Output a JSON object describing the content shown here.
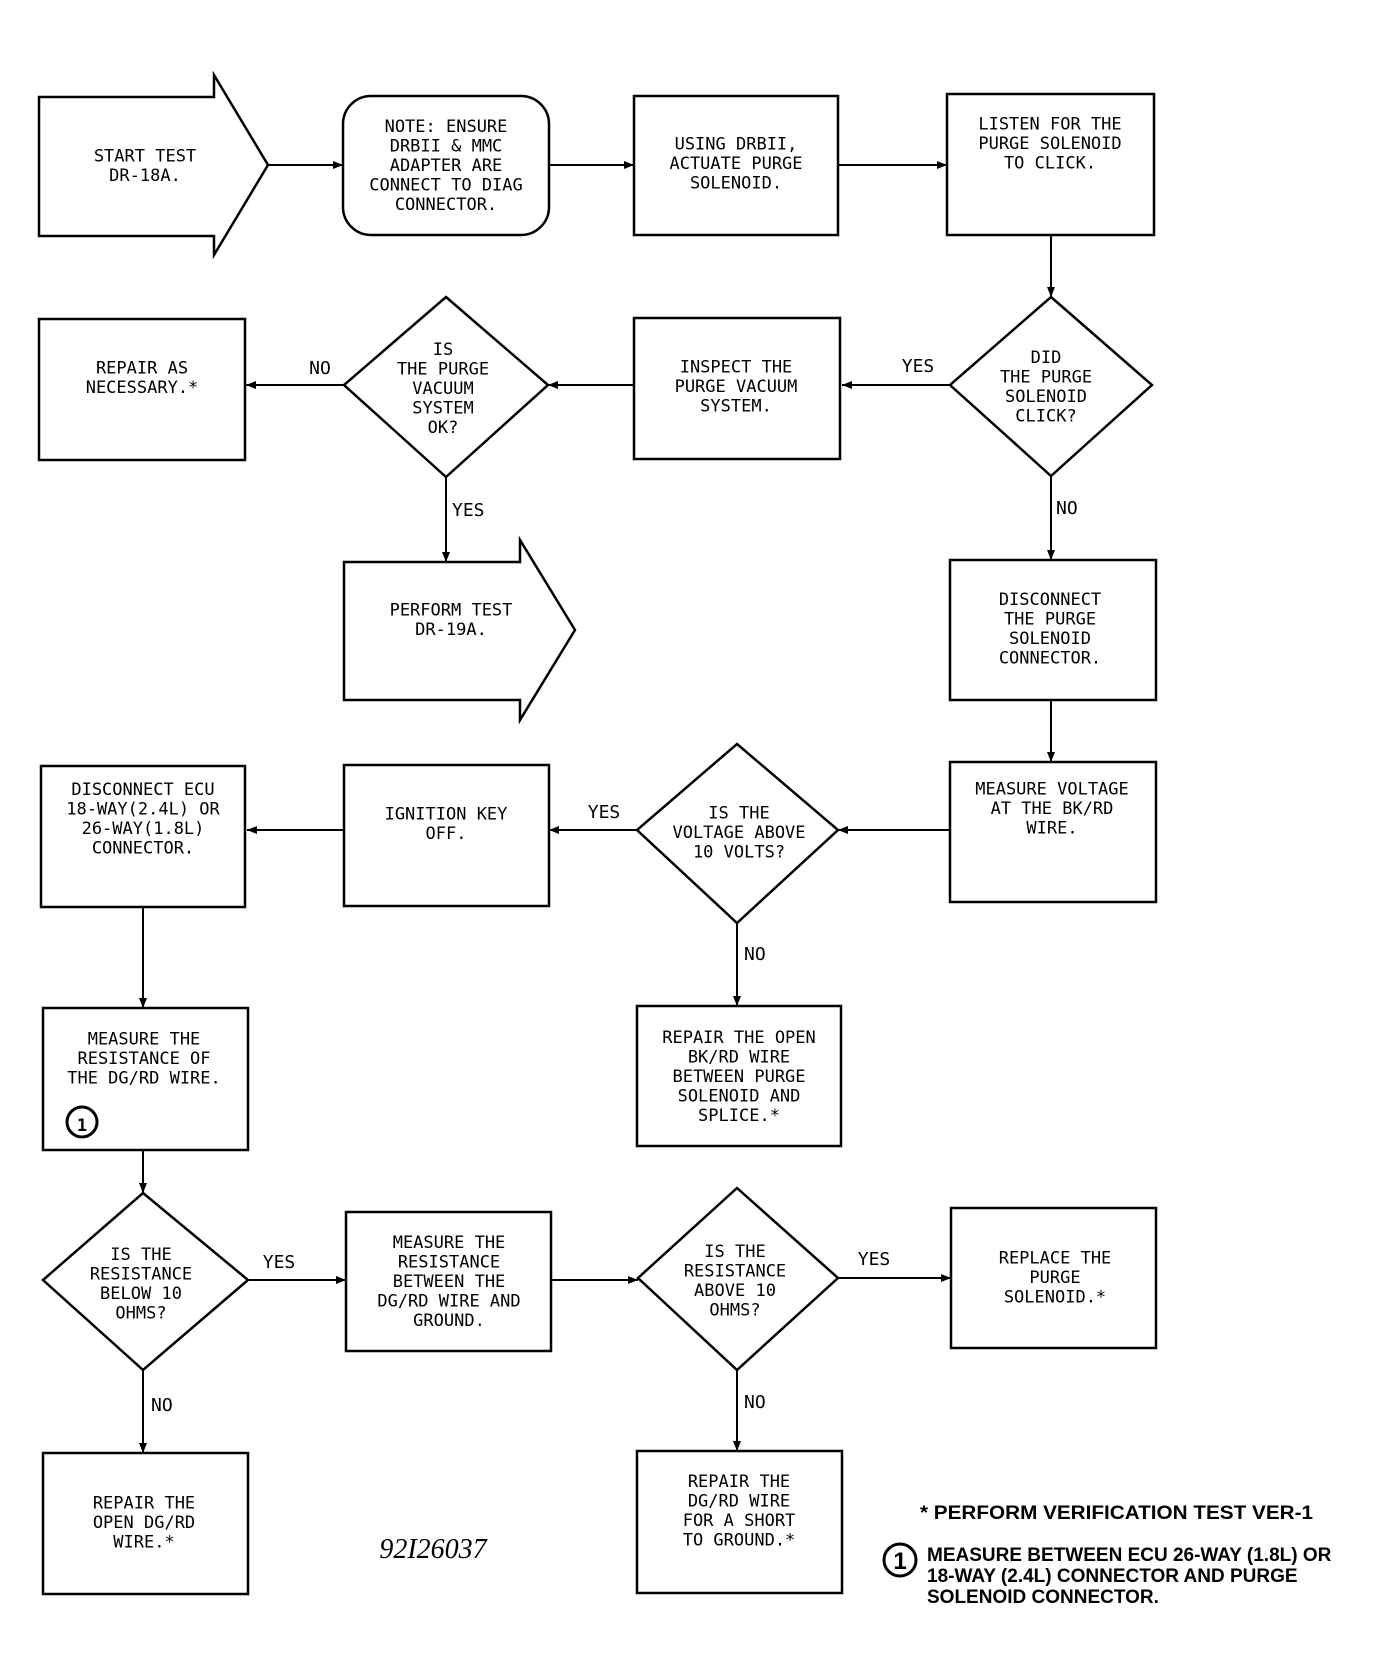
{
  "diagram": {
    "nodes": {
      "start": {
        "lines": [
          "START TEST",
          "DR-18A."
        ]
      },
      "note": {
        "lines": [
          "NOTE: ENSURE",
          "DRBII & MMC",
          "ADAPTER ARE",
          "CONNECT TO DIAG",
          "CONNECTOR."
        ]
      },
      "actuate": {
        "lines": [
          "USING DRBII,",
          "ACTUATE PURGE",
          "SOLENOID."
        ]
      },
      "listen": {
        "lines": [
          "LISTEN FOR THE",
          "PURGE SOLENOID",
          "TO CLICK."
        ]
      },
      "did_click": {
        "lines": [
          "DID",
          "THE PURGE",
          "SOLENOID",
          "CLICK?"
        ]
      },
      "inspect": {
        "lines": [
          "INSPECT THE",
          "PURGE VACUUM",
          "SYSTEM."
        ]
      },
      "vacuum_ok": {
        "lines": [
          "IS",
          "THE PURGE",
          "VACUUM",
          "SYSTEM",
          "OK?"
        ]
      },
      "repair_nec": {
        "lines": [
          "REPAIR AS",
          "NECESSARY.*"
        ]
      },
      "perform_19a": {
        "lines": [
          "PERFORM TEST",
          "DR-19A."
        ]
      },
      "disconnect": {
        "lines": [
          "DISCONNECT",
          "THE PURGE",
          "SOLENOID",
          "CONNECTOR."
        ]
      },
      "measure_v": {
        "lines": [
          "MEASURE VOLTAGE",
          "AT THE BK/RD",
          "WIRE."
        ]
      },
      "voltage_q": {
        "lines": [
          "IS THE",
          "VOLTAGE ABOVE",
          "10 VOLTS?"
        ]
      },
      "ignition": {
        "lines": [
          "IGNITION KEY",
          "OFF."
        ]
      },
      "disc_ecu": {
        "lines": [
          "DISCONNECT ECU",
          "18-WAY(2.4L) OR",
          "26-WAY(1.8L)",
          "CONNECTOR."
        ]
      },
      "repair_bk": {
        "lines": [
          "REPAIR THE OPEN",
          "BK/RD WIRE",
          "BETWEEN PURGE",
          "SOLENOID AND",
          "SPLICE.*"
        ]
      },
      "measure_r": {
        "lines": [
          "MEASURE THE",
          "RESISTANCE OF",
          "THE DG/RD WIRE."
        ],
        "note_ref": "1"
      },
      "below10": {
        "lines": [
          "IS THE",
          "RESISTANCE",
          "BELOW 10",
          "OHMS?"
        ]
      },
      "measure_gnd": {
        "lines": [
          "MEASURE THE",
          "RESISTANCE",
          "BETWEEN THE",
          "DG/RD WIRE AND",
          "GROUND."
        ]
      },
      "above10": {
        "lines": [
          "IS THE",
          "RESISTANCE",
          "ABOVE 10",
          "OHMS?"
        ]
      },
      "replace": {
        "lines": [
          "REPLACE THE",
          "PURGE",
          "SOLENOID.*"
        ]
      },
      "repair_open": {
        "lines": [
          "REPAIR THE",
          "OPEN DG/RD",
          "WIRE.*"
        ]
      },
      "repair_short": {
        "lines": [
          "REPAIR THE",
          "DG/RD WIRE",
          "FOR A SHORT",
          "TO GROUND.*"
        ]
      }
    },
    "edge_labels": {
      "click_yes": "YES",
      "click_no": "NO",
      "vacuum_no": "NO",
      "vacuum_yes": "YES",
      "voltage_yes": "YES",
      "voltage_no": "NO",
      "below_yes": "YES",
      "below_no": "NO",
      "above_yes": "YES",
      "above_no": "NO"
    }
  },
  "drawing_number": "92I26037",
  "notes": {
    "verification": "* PERFORM VERIFICATION TEST VER-1",
    "measure_number": "1",
    "measure_lines": [
      "MEASURE BETWEEN ECU 26-WAY (1.8L) OR",
      "18-WAY (2.4L) CONNECTOR AND PURGE",
      "SOLENOID CONNECTOR."
    ]
  }
}
